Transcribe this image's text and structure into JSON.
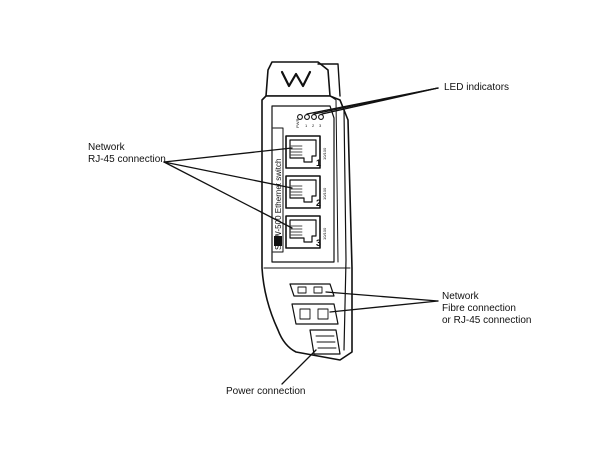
{
  "labels": {
    "led": "LED indicators",
    "rj45": [
      "Network",
      "RJ-45 connection"
    ],
    "fibre": [
      "Network",
      "Fibre connection",
      "or RJ-45 connection"
    ],
    "power": "Power connection"
  },
  "device": {
    "model_text": "SDW-500 Ethernet switch",
    "logo_letter": "W",
    "port_numbers": [
      "1",
      "2",
      "3"
    ],
    "port_side_text": "10/100",
    "led_small_text": [
      "PWR",
      "1",
      "2",
      "3"
    ]
  },
  "colors": {
    "line": "#111111",
    "fill": "#ffffff"
  }
}
